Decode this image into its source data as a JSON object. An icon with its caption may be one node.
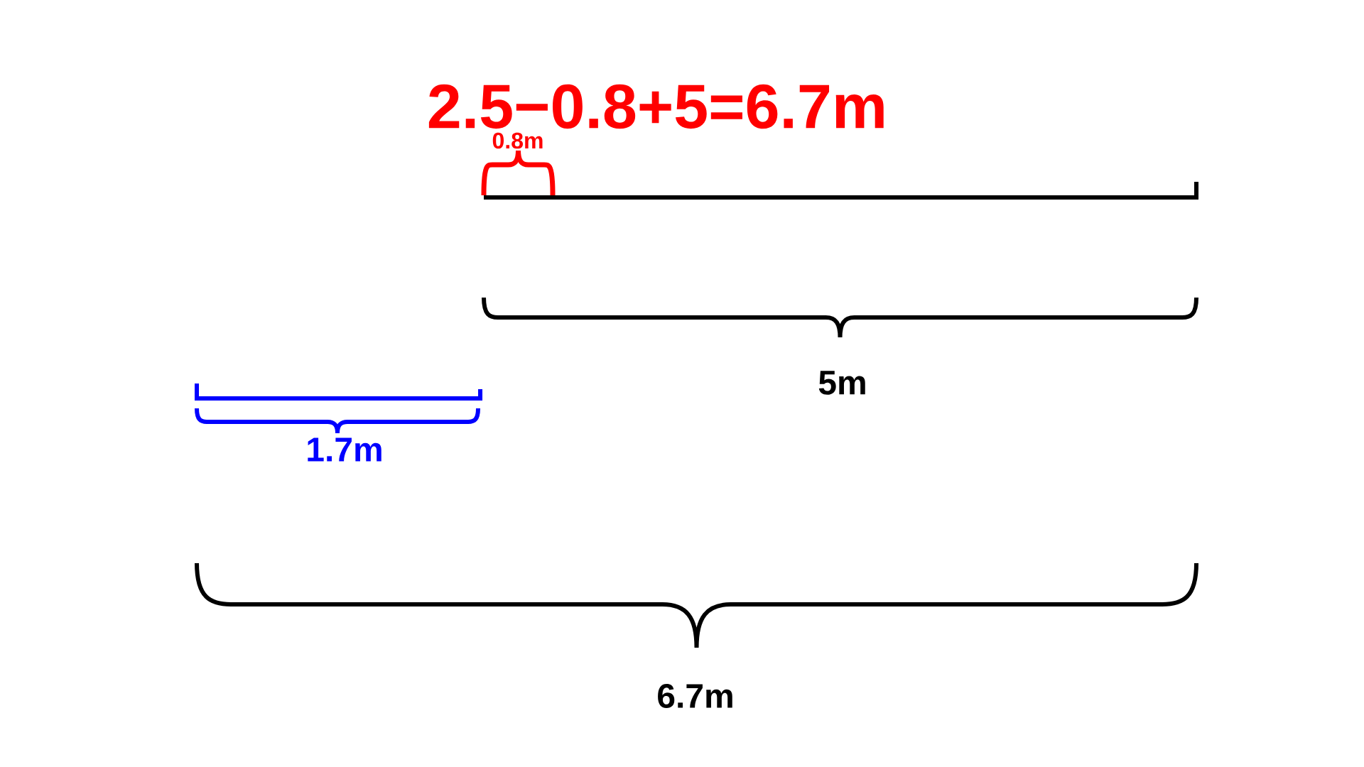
{
  "diagram": {
    "labels": [
      "2.5−0.8+5=6.7m",
      "0.8m",
      "5m",
      "1.7m",
      "6.7m"
    ]
  }
}
